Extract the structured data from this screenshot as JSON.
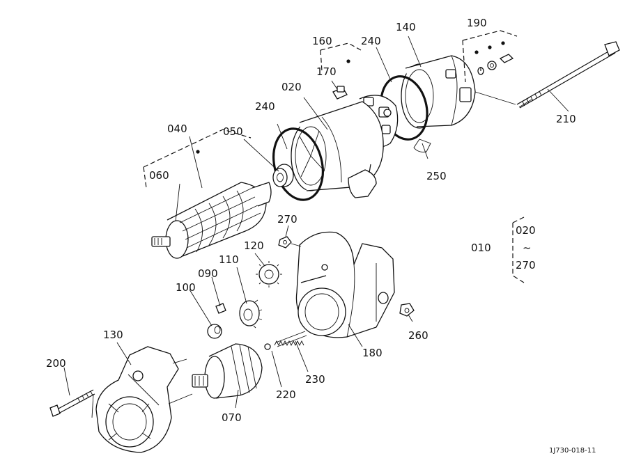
{
  "parts": {
    "p010": "010",
    "p020": "020",
    "p040": "040",
    "p050": "050",
    "p060": "060",
    "p070": "070",
    "p090": "090",
    "p100": "100",
    "p110": "110",
    "p120": "120",
    "p130": "130",
    "p140": "140",
    "p160": "160",
    "p170": "170",
    "p180": "180",
    "p190": "190",
    "p200": "200",
    "p210": "210",
    "p220": "220",
    "p230": "230",
    "p240a": "240",
    "p240b": "240",
    "p250": "250",
    "p260": "260",
    "p270": "270"
  },
  "range": {
    "from": "020",
    "tilde": "~",
    "to": "270"
  },
  "drawing_code": "1J730-018-11"
}
